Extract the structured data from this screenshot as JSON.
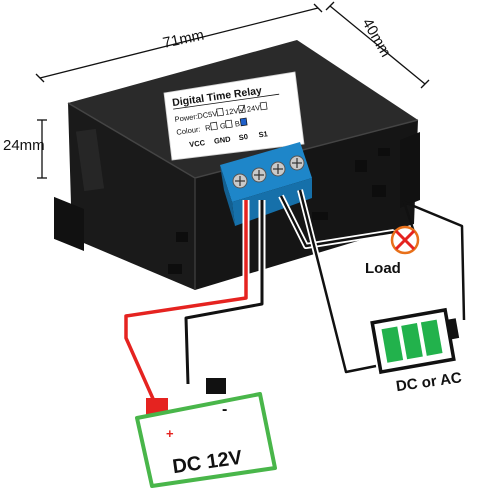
{
  "dimensions": {
    "length": "71mm",
    "width": "40mm",
    "height": "24mm"
  },
  "sticker": {
    "title": "Digital Time Relay",
    "power_label": "Power:",
    "power_options": [
      "DC5V",
      "12V",
      "24V"
    ],
    "colour_label": "Colour:",
    "colour_options": [
      "R",
      "G",
      "B"
    ],
    "terminals": [
      "VCC",
      "GND",
      "S0",
      "S1"
    ]
  },
  "load": {
    "label": "Load"
  },
  "battery": {
    "label": "DC or AC"
  },
  "power_supply": {
    "label": "DC 12V",
    "positive": "+",
    "negative": "-"
  },
  "colors": {
    "body": "#1b1b1b",
    "terminal_block": "#1e86c9",
    "supply_box": "#49b64a",
    "red_wire": "#e52320",
    "load_icon": "#e8701a"
  }
}
